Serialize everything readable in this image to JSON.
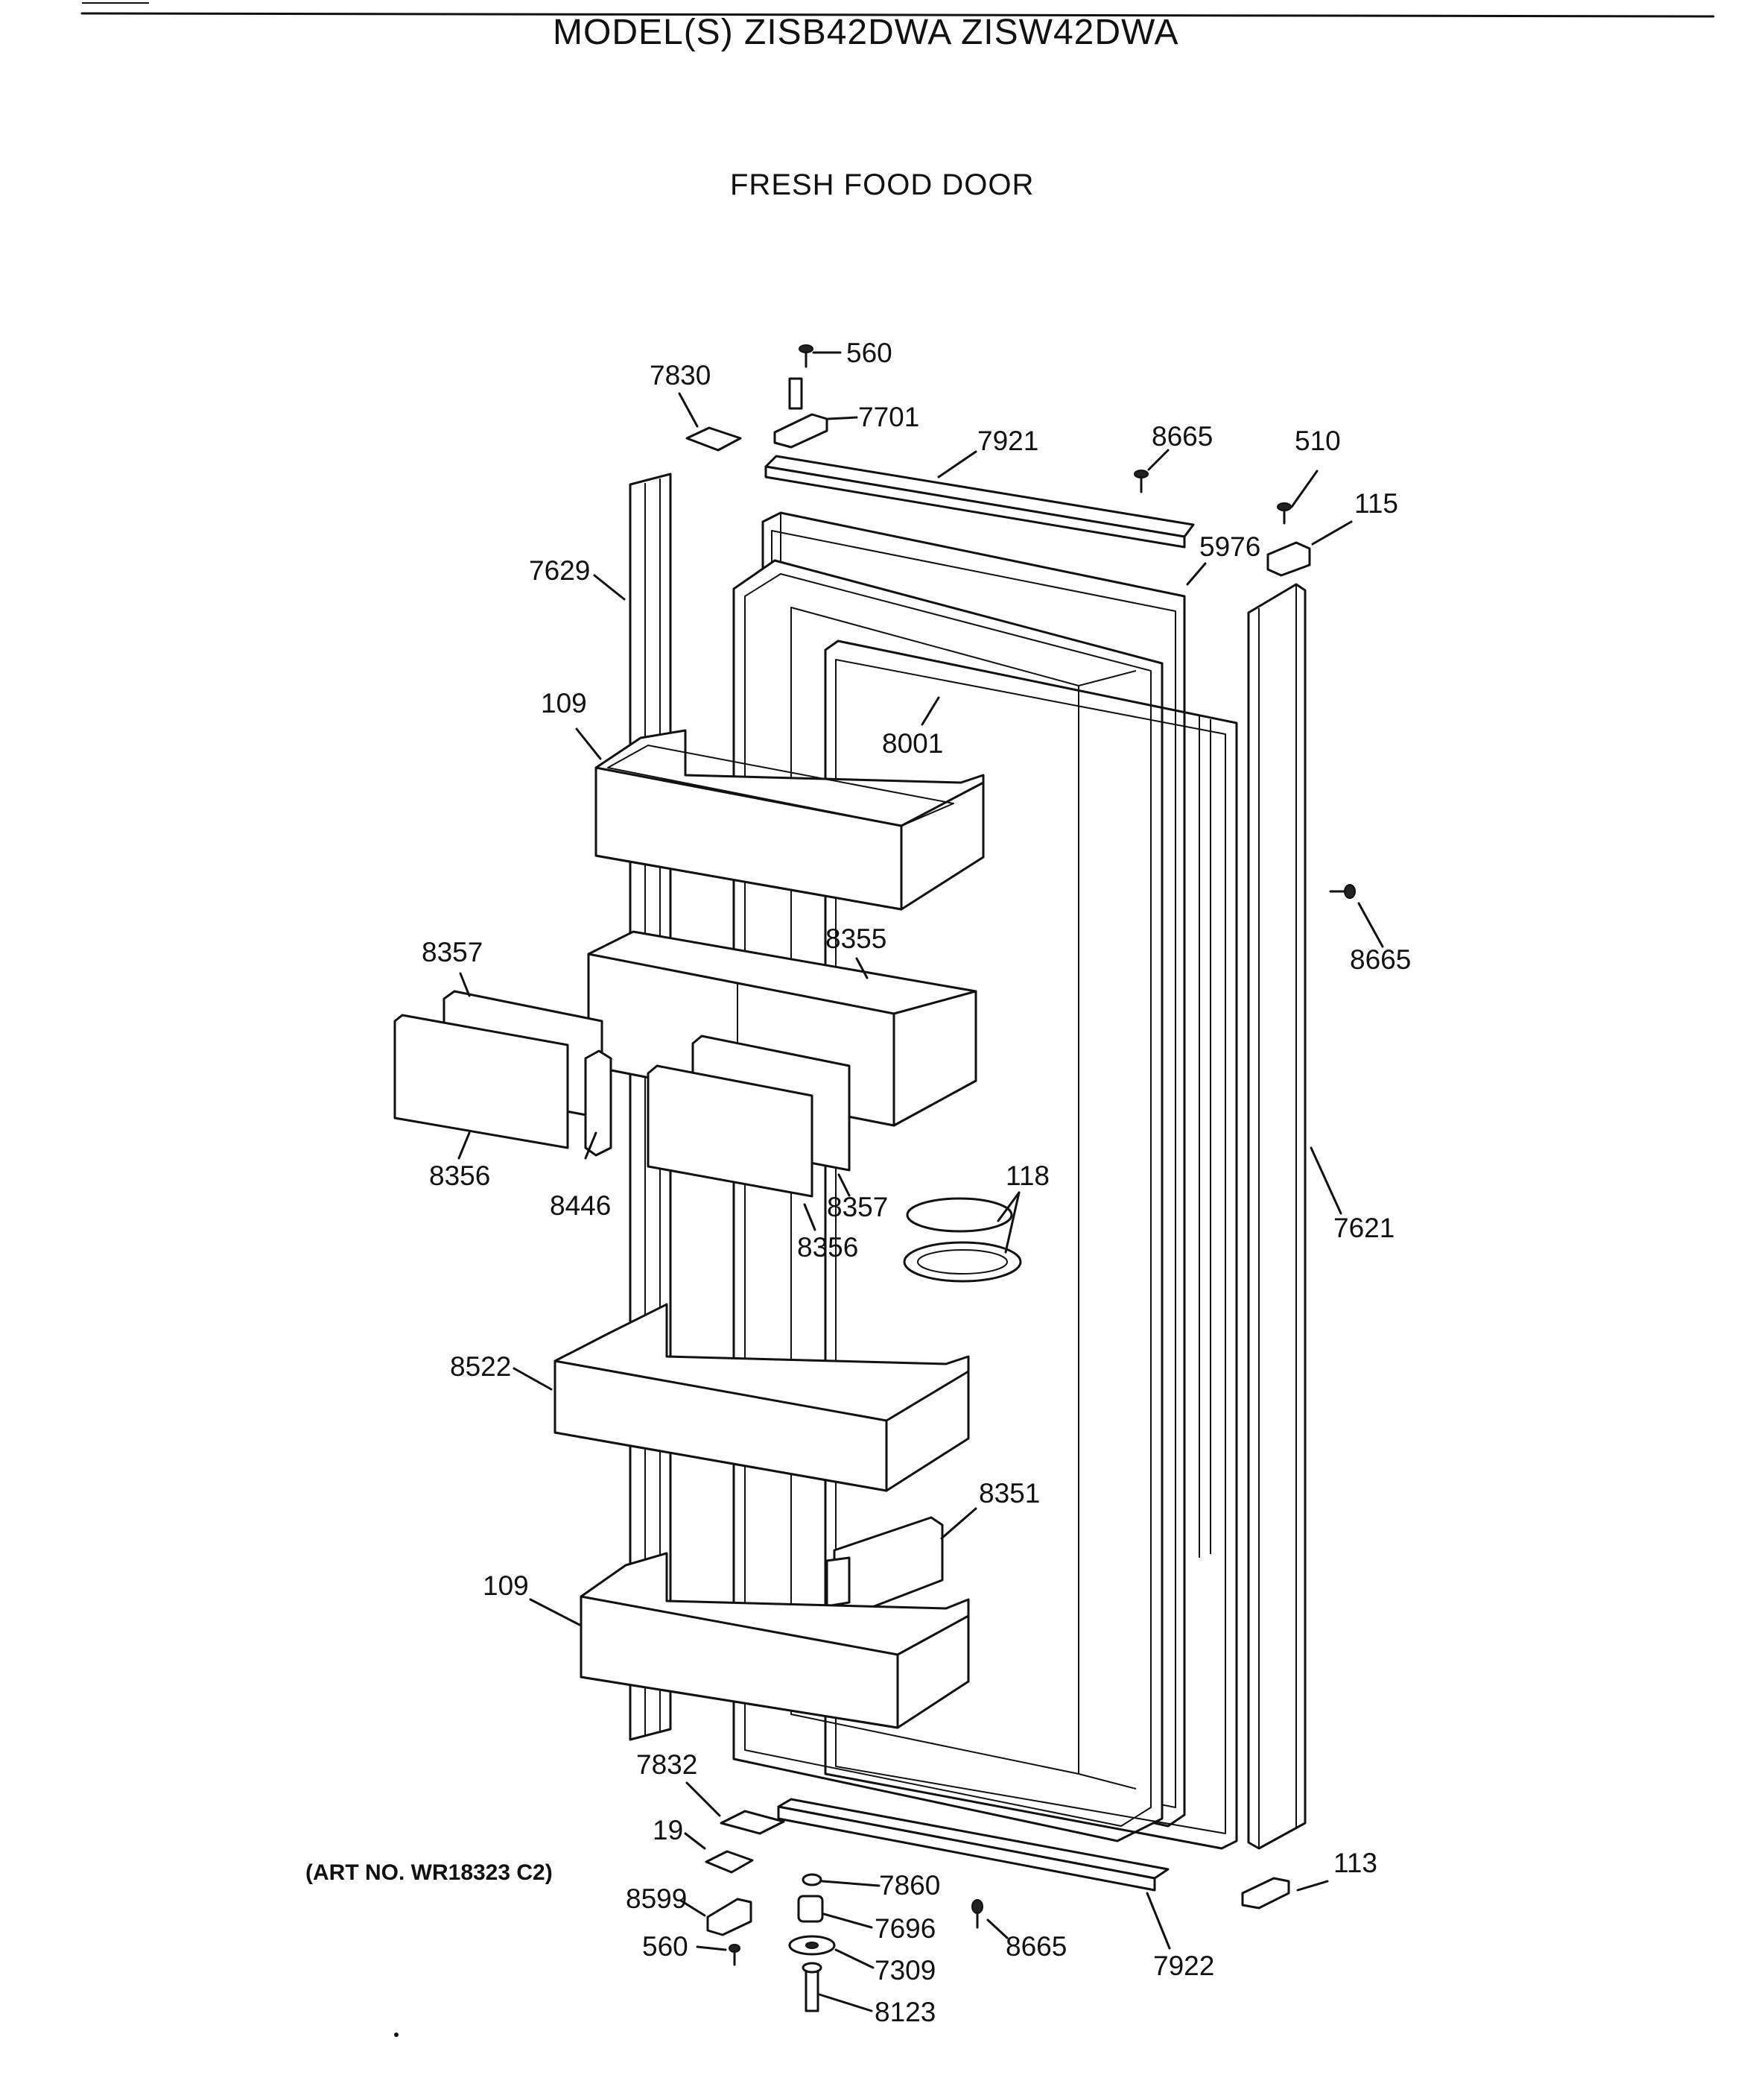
{
  "header": {
    "model_title": "MODEL(S) ZISB42DWA  ZISW42DWA",
    "section_title": "FRESH FOOD DOOR",
    "art_number": "(ART NO. WR18323 C2)"
  },
  "callouts": [
    {
      "id": "c-560-top",
      "label": "560"
    },
    {
      "id": "c-7830",
      "label": "7830"
    },
    {
      "id": "c-7701",
      "label": "7701"
    },
    {
      "id": "c-7921",
      "label": "7921"
    },
    {
      "id": "c-8665-top",
      "label": "8665"
    },
    {
      "id": "c-510",
      "label": "510"
    },
    {
      "id": "c-115",
      "label": "115"
    },
    {
      "id": "c-5976",
      "label": "5976"
    },
    {
      "id": "c-7629",
      "label": "7629"
    },
    {
      "id": "c-109-top",
      "label": "109"
    },
    {
      "id": "c-8001",
      "label": "8001"
    },
    {
      "id": "c-8665-right",
      "label": "8665"
    },
    {
      "id": "c-8357-left",
      "label": "8357"
    },
    {
      "id": "c-8355",
      "label": "8355"
    },
    {
      "id": "c-8356-left",
      "label": "8356"
    },
    {
      "id": "c-8446",
      "label": "8446"
    },
    {
      "id": "c-8357-right",
      "label": "8357"
    },
    {
      "id": "c-8356-right",
      "label": "8356"
    },
    {
      "id": "c-118",
      "label": "118"
    },
    {
      "id": "c-7621",
      "label": "7621"
    },
    {
      "id": "c-8522",
      "label": "8522"
    },
    {
      "id": "c-8351",
      "label": "8351"
    },
    {
      "id": "c-109-bottom",
      "label": "109"
    },
    {
      "id": "c-7832",
      "label": "7832"
    },
    {
      "id": "c-19",
      "label": "19"
    },
    {
      "id": "c-113",
      "label": "113"
    },
    {
      "id": "c-7860",
      "label": "7860"
    },
    {
      "id": "c-8599",
      "label": "8599"
    },
    {
      "id": "c-7696",
      "label": "7696"
    },
    {
      "id": "c-560-bottom",
      "label": "560"
    },
    {
      "id": "c-8665-bottom",
      "label": "8665"
    },
    {
      "id": "c-7922",
      "label": "7922"
    },
    {
      "id": "c-7309",
      "label": "7309"
    },
    {
      "id": "c-8123",
      "label": "8123"
    }
  ]
}
